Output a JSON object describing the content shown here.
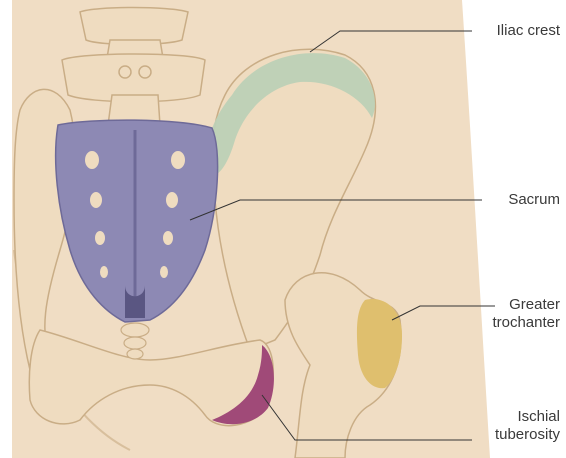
{
  "labels": {
    "iliac_crest": "Iliac crest",
    "sacrum": "Sacrum",
    "greater_trochanter_line1": "Greater",
    "greater_trochanter_line2": "trochanter",
    "ischial_tuberosity_line1": "Ischial",
    "ischial_tuberosity_line2": "tuberosity"
  },
  "colors": {
    "skin": "#f0ddc4",
    "bone": "#efdcc0",
    "bone_shadow": "#d8bf9d",
    "sacrum": "#8d89b4",
    "iliac_crest": "#bcd0b6",
    "greater_trochanter": "#dfbf6e",
    "ischial_tuberosity": "#a04a78",
    "leader_line": "#333333"
  }
}
